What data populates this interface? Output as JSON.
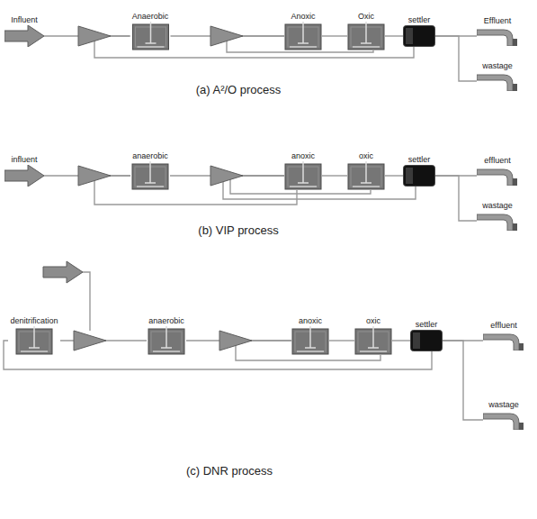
{
  "diagram": {
    "nodes": [
      {
        "text": [
          "Influent"
        ]
      },
      {
        "text": [
          "Anaerobic"
        ]
      },
      {
        "text": [
          "Anoxic"
        ]
      },
      {
        "text": [
          "Oxic"
        ]
      },
      {
        "text": [
          "settler"
        ]
      },
      {
        "text": [
          "Effluent"
        ]
      },
      {
        "text": [
          "wastage"
        ]
      },
      {
        "text": [
          "influent"
        ]
      },
      {
        "text": [
          "anaerobic"
        ]
      },
      {
        "text": [
          "anoxic"
        ]
      },
      {
        "text": [
          "oxic"
        ]
      },
      {
        "text": [
          "settler"
        ]
      },
      {
        "text": [
          "effluent"
        ]
      },
      {
        "text": [
          "wastage"
        ]
      },
      {
        "text": [
          "denitrification"
        ]
      },
      {
        "text": [
          "anaerobic"
        ]
      },
      {
        "text": [
          "anoxic"
        ]
      },
      {
        "text": [
          "oxic"
        ]
      },
      {
        "text": [
          "settler"
        ]
      },
      {
        "text": [
          "effluent"
        ]
      },
      {
        "text": [
          "wastage"
        ]
      }
    ],
    "edges": [
      {
        "from": 0,
        "to": 1,
        "arrow": "none"
      },
      {
        "from": 1,
        "to": 2,
        "arrow": "none"
      },
      {
        "from": 2,
        "to": 3,
        "arrow": "none"
      },
      {
        "from": 3,
        "to": 4,
        "arrow": "none"
      },
      {
        "from": 4,
        "to": 5,
        "arrow": "none"
      },
      {
        "from": 4,
        "to": 6,
        "arrow": "none"
      },
      {
        "from": 4,
        "to": 1,
        "arrow": "none"
      },
      {
        "from": 3,
        "to": 2,
        "arrow": "none"
      },
      {
        "from": 7,
        "to": 8,
        "arrow": "none"
      },
      {
        "from": 8,
        "to": 9,
        "arrow": "none"
      },
      {
        "from": 9,
        "to": 10,
        "arrow": "none"
      },
      {
        "from": 10,
        "to": 11,
        "arrow": "none"
      },
      {
        "from": 11,
        "to": 12,
        "arrow": "none"
      },
      {
        "from": 11,
        "to": 13,
        "arrow": "none"
      },
      {
        "from": 11,
        "to": 9,
        "arrow": "none"
      },
      {
        "from": 10,
        "to": 9,
        "arrow": "none"
      },
      {
        "from": 9,
        "to": 8,
        "arrow": "none"
      },
      {
        "from": 14,
        "to": 15,
        "arrow": "none"
      },
      {
        "from": 15,
        "to": 16,
        "arrow": "none"
      },
      {
        "from": 16,
        "to": 17,
        "arrow": "none"
      },
      {
        "from": 17,
        "to": 18,
        "arrow": "none"
      },
      {
        "from": 18,
        "to": 19,
        "arrow": "none"
      },
      {
        "from": 18,
        "to": 20,
        "arrow": "none"
      },
      {
        "from": 17,
        "to": 16,
        "arrow": "none"
      },
      {
        "from": 18,
        "to": 14,
        "arrow": "none"
      }
    ],
    "labels": [
      "(a) A²/O process",
      "(b) VIP process",
      "(c) DNR process"
    ]
  }
}
